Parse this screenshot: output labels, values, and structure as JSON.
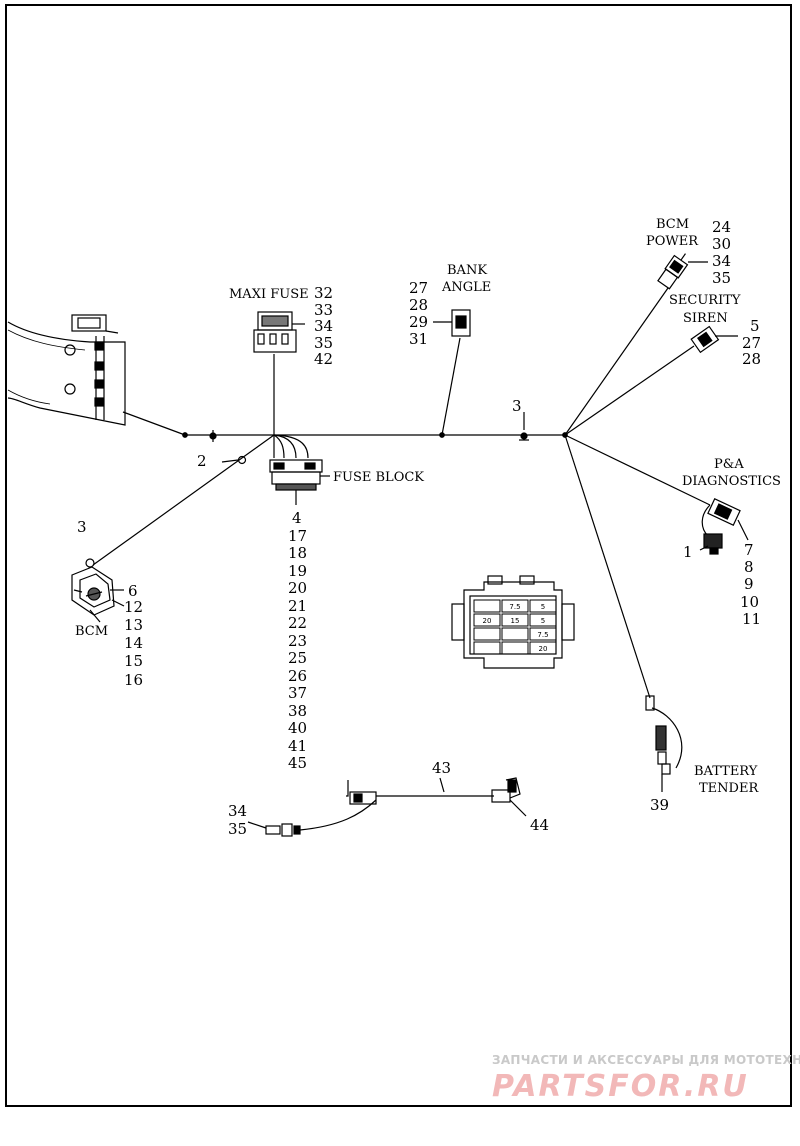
{
  "labels": {
    "maxi_fuse": "MAXI FUSE",
    "bank_angle_1": "BANK",
    "bank_angle_2": "ANGLE",
    "bcm_power_1": "BCM",
    "bcm_power_2": "POWER",
    "security_siren_1": "SECURITY",
    "security_siren_2": "SIREN",
    "pa_diagnostics_1": "P&A",
    "pa_diagnostics_2": "DIAGNOSTICS",
    "fuse_block": "FUSE BLOCK",
    "bcm": "BCM",
    "battery_tender_1": "BATTERY",
    "battery_tender_2": "TENDER"
  },
  "callouts": {
    "maxi_fuse": [
      "32",
      "33",
      "34",
      "35",
      "42"
    ],
    "bank_angle": [
      "27",
      "28",
      "29",
      "31"
    ],
    "bcm_power": [
      "24",
      "30",
      "34",
      "35"
    ],
    "security_siren": [
      "5",
      "27",
      "28"
    ],
    "pa_diagnostics": [
      "7",
      "8",
      "9",
      "10",
      "11"
    ],
    "pa_diagnostics_left": "1",
    "ground_top": "3",
    "ground_left": "2",
    "bcm_top": "3",
    "bcm": [
      "6",
      "12",
      "13",
      "14",
      "15",
      "16"
    ],
    "fuse_block": [
      "4",
      "17",
      "18",
      "19",
      "20",
      "21",
      "22",
      "23",
      "25",
      "26",
      "37",
      "38",
      "40",
      "41",
      "45"
    ],
    "battery_tender": "39",
    "sub_harness": "43",
    "sub_harness_left": [
      "34",
      "35"
    ],
    "sub_harness_right": "44"
  },
  "fuse_cells": [
    "",
    "7.5",
    "5",
    "20",
    "15",
    "5",
    "",
    "",
    "7.5",
    "",
    "",
    "20"
  ],
  "watermark": {
    "line1": "ЗАПЧАСТИ И АКСЕССУАРЫ ДЛЯ МОТОТЕХНИКИ",
    "line2": "PARTSFOR.RU"
  }
}
